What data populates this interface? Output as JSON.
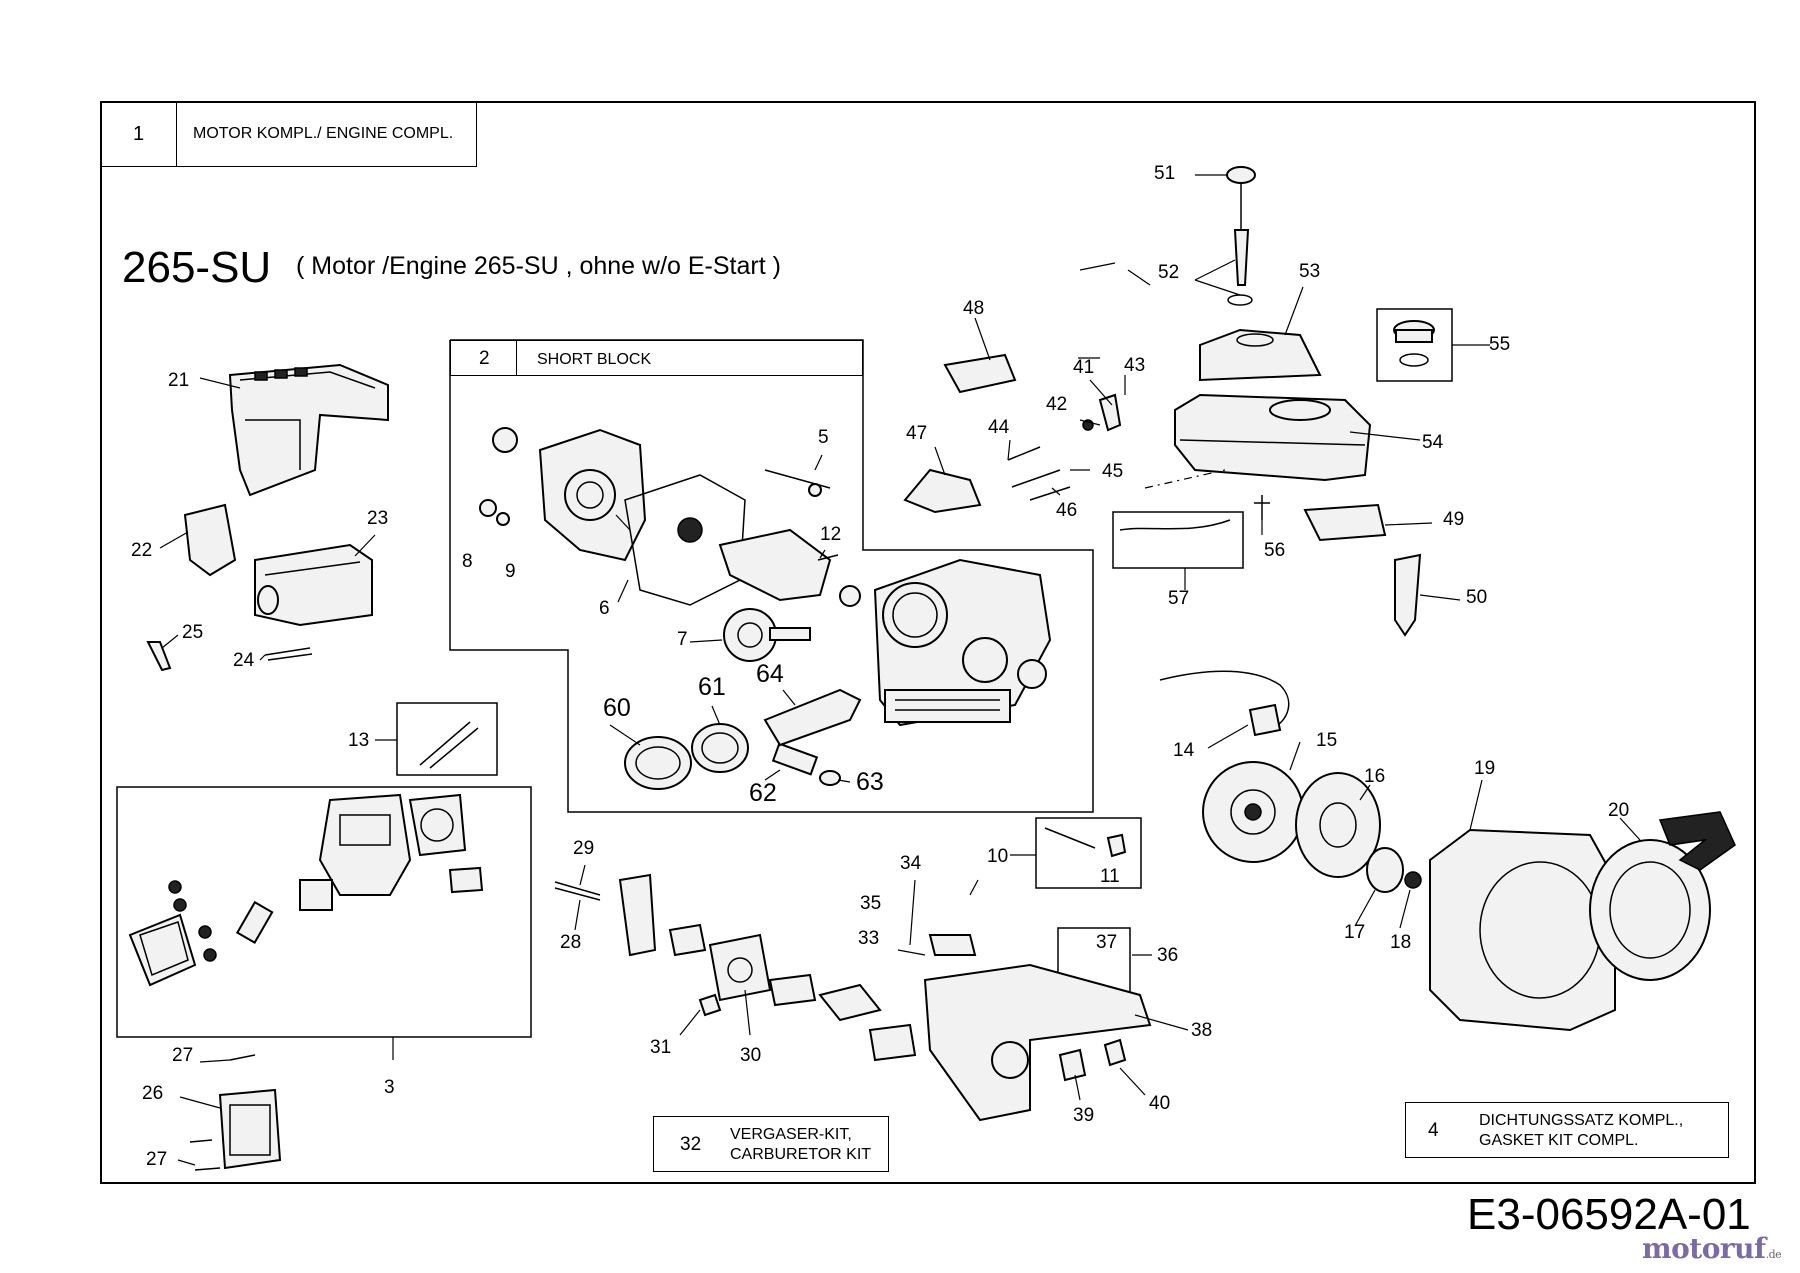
{
  "header": {
    "assembly_number": "1",
    "assembly_label": "MOTOR KOMPL./ ENGINE COMPL."
  },
  "title": {
    "model": "265-SU",
    "description": "( Motor /Engine 265-SU , ohne w/o  E-Start )"
  },
  "kits": {
    "short_block": {
      "number": "2",
      "label": "SHORT BLOCK"
    },
    "carburetor_kit": {
      "number": "32",
      "label_line1": "VERGASER-KIT,",
      "label_line2": "CARBURETOR KIT"
    },
    "gasket_kit": {
      "number": "4",
      "label_line1": "DICHTUNGSSATZ KOMPL.,",
      "label_line2": "GASKET KIT COMPL."
    }
  },
  "part_numbers": [
    "3",
    "5",
    "6",
    "7",
    "8",
    "9",
    "10",
    "11",
    "12",
    "13",
    "14",
    "15",
    "16",
    "17",
    "18",
    "19",
    "20",
    "21",
    "22",
    "23",
    "24",
    "25",
    "26",
    "27",
    "28",
    "29",
    "30",
    "31",
    "33",
    "34",
    "35",
    "36",
    "37",
    "38",
    "39",
    "40",
    "41",
    "42",
    "43",
    "44",
    "45",
    "46",
    "47",
    "48",
    "49",
    "50",
    "51",
    "52",
    "53",
    "54",
    "55",
    "56",
    "57",
    "60",
    "61",
    "62",
    "63",
    "64"
  ],
  "footer": {
    "document_id": "E3-06592A-01",
    "brand": "motoruf",
    "brand_tld": ".de"
  }
}
